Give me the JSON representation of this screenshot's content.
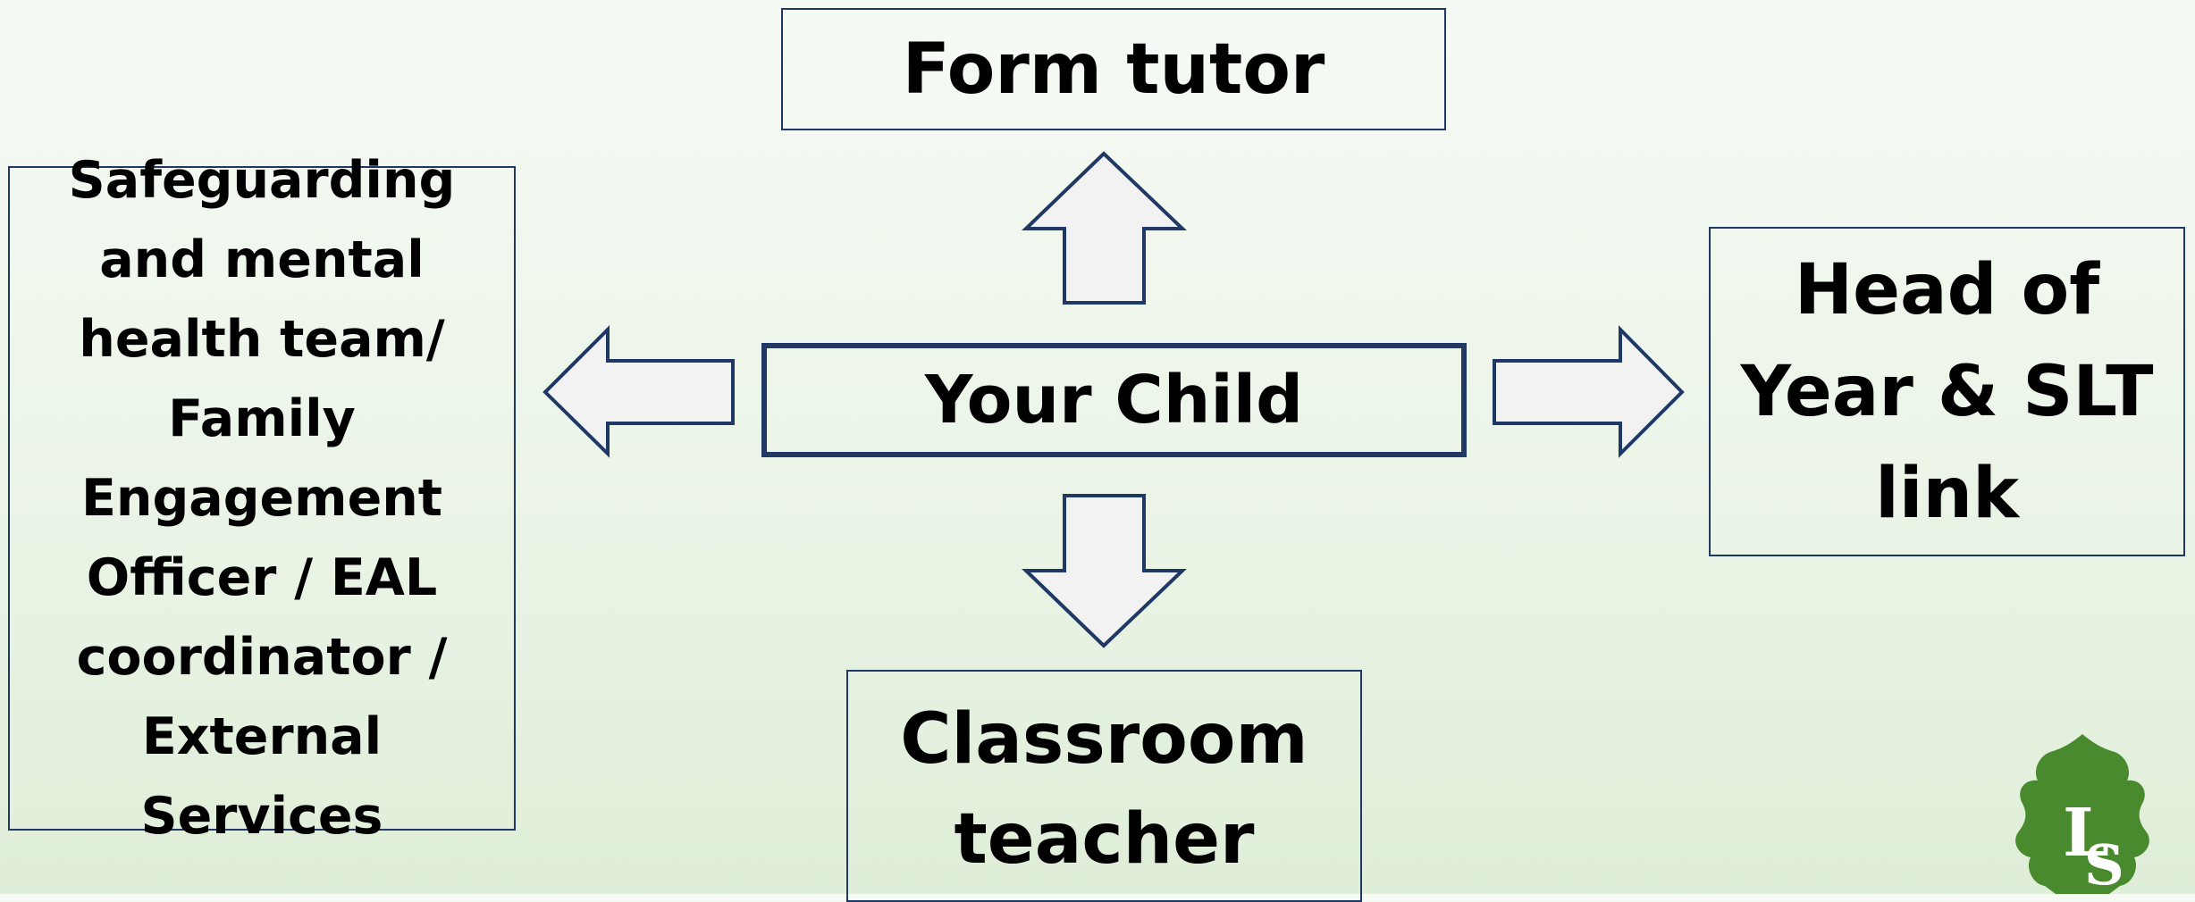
{
  "diagram": {
    "center": {
      "label": "Your Child"
    },
    "top": {
      "label": "Form tutor"
    },
    "left": {
      "label": "Safeguarding and mental health team/ Family Engagement Officer / EAL coordinator / External Services"
    },
    "right": {
      "label": "Head of Year & SLT link"
    },
    "bottom": {
      "label": "Classroom teacher"
    },
    "edges": [
      {
        "from": "Your Child",
        "to": "Form tutor",
        "direction": "up"
      },
      {
        "from": "Your Child",
        "to": "Safeguarding and mental health team/ Family Engagement Officer / EAL coordinator / External Services",
        "direction": "left"
      },
      {
        "from": "Your Child",
        "to": "Head of Year & SLT link",
        "direction": "right"
      },
      {
        "from": "Your Child",
        "to": "Classroom teacher",
        "direction": "down"
      }
    ]
  },
  "colors": {
    "border": "#1f3864",
    "arrow_fill": "#f2f2f2",
    "background": "#eaf4e6",
    "logo_green": "#4a8a2e"
  },
  "logo": {
    "text": "LS",
    "icon": "oak-leaf-logo"
  }
}
